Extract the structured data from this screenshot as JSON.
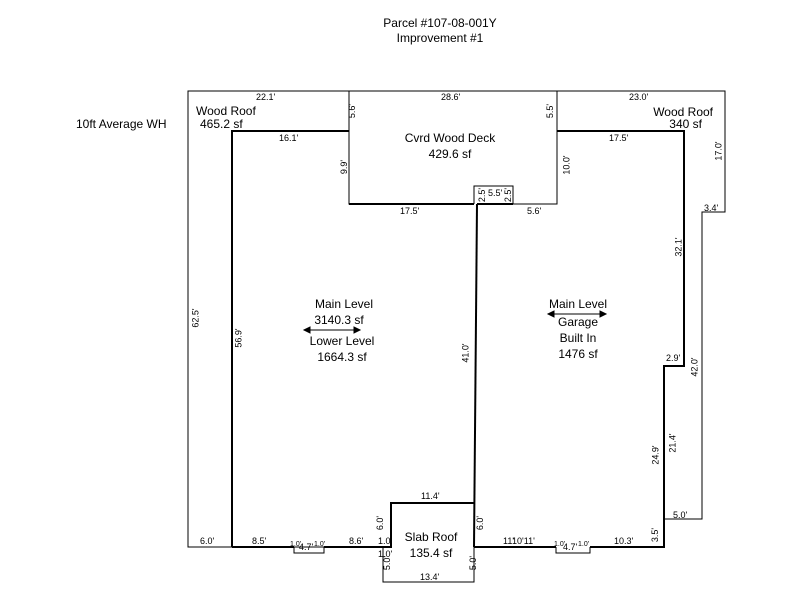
{
  "title": {
    "line1": "Parcel #107-08-001Y",
    "line2": "Improvement #1"
  },
  "side_note": "10ft Average WH",
  "areas": {
    "wood_roof_left": {
      "name": "Wood Roof",
      "size": "465.2 sf"
    },
    "wood_roof_right": {
      "name": "Wood Roof",
      "size": "340 sf"
    },
    "deck": {
      "name": "Cvrd Wood Deck",
      "size": "429.6 sf"
    },
    "main_left": {
      "name": "Main Level",
      "size": "3140.3 sf"
    },
    "lower_left": {
      "name": "Lower Level",
      "size": "1664.3 sf"
    },
    "main_right": {
      "name": "Main Level"
    },
    "garage": {
      "name": "Garage",
      "sub": "Built In",
      "size": "1476 sf"
    },
    "slab": {
      "name": "Slab Roof",
      "size": "135.4 sf"
    }
  },
  "dims": {
    "d_22_1": "22.1'",
    "d_28_6": "28.6'",
    "d_23_0": "23.0'",
    "d_5_6a": "5.6'",
    "d_5_5": "5.5'",
    "d_16_1": "16.1'",
    "d_17_5a": "17.5'",
    "d_17_0": "17.0'",
    "d_9_9": "9.9'",
    "d_10_0": "10.0'",
    "d_2_5a": "2.5'",
    "d_5_5b": "5.5'",
    "d_2_5b": "2.5'",
    "d_3_4": "3.4'",
    "d_17_5b": "17.5'",
    "d_5_6b": "5.6'",
    "d_32_1": "32.1'",
    "d_62_5": "62.5'",
    "d_56_9": "56.9'",
    "d_41_0": "41.0'",
    "d_2_9": "2.9'",
    "d_42_0": "42.0'",
    "d_24_9": "24.9'",
    "d_21_4": "21.4'",
    "d_5_0a": "5.0'",
    "d_11_4": "11.4'",
    "d_6_0a": "6.0'",
    "d_6_0b": "6.0'",
    "d_6_0c": "6.0'",
    "d_8_5": "8.5'",
    "d_8_6": "8.6'",
    "d_1_0a": "1.0'",
    "d_1_0b": "1.0'",
    "d_5_0b": "5.0'",
    "d_5_0c": "5.0'",
    "d_13_4": "13.4'",
    "d_11_0": "11'",
    "d_10_11": "10'11'",
    "d_3_5": "3.5'",
    "d_10_3": "10.3'",
    "d_4_7a": "4.7'",
    "d_4_7b": "4.7'",
    "d_1_0c": "1.0'",
    "d_1_0d": "1.0'",
    "d_1_0e": "1.0'",
    "d_1_0f": "1.0'"
  }
}
